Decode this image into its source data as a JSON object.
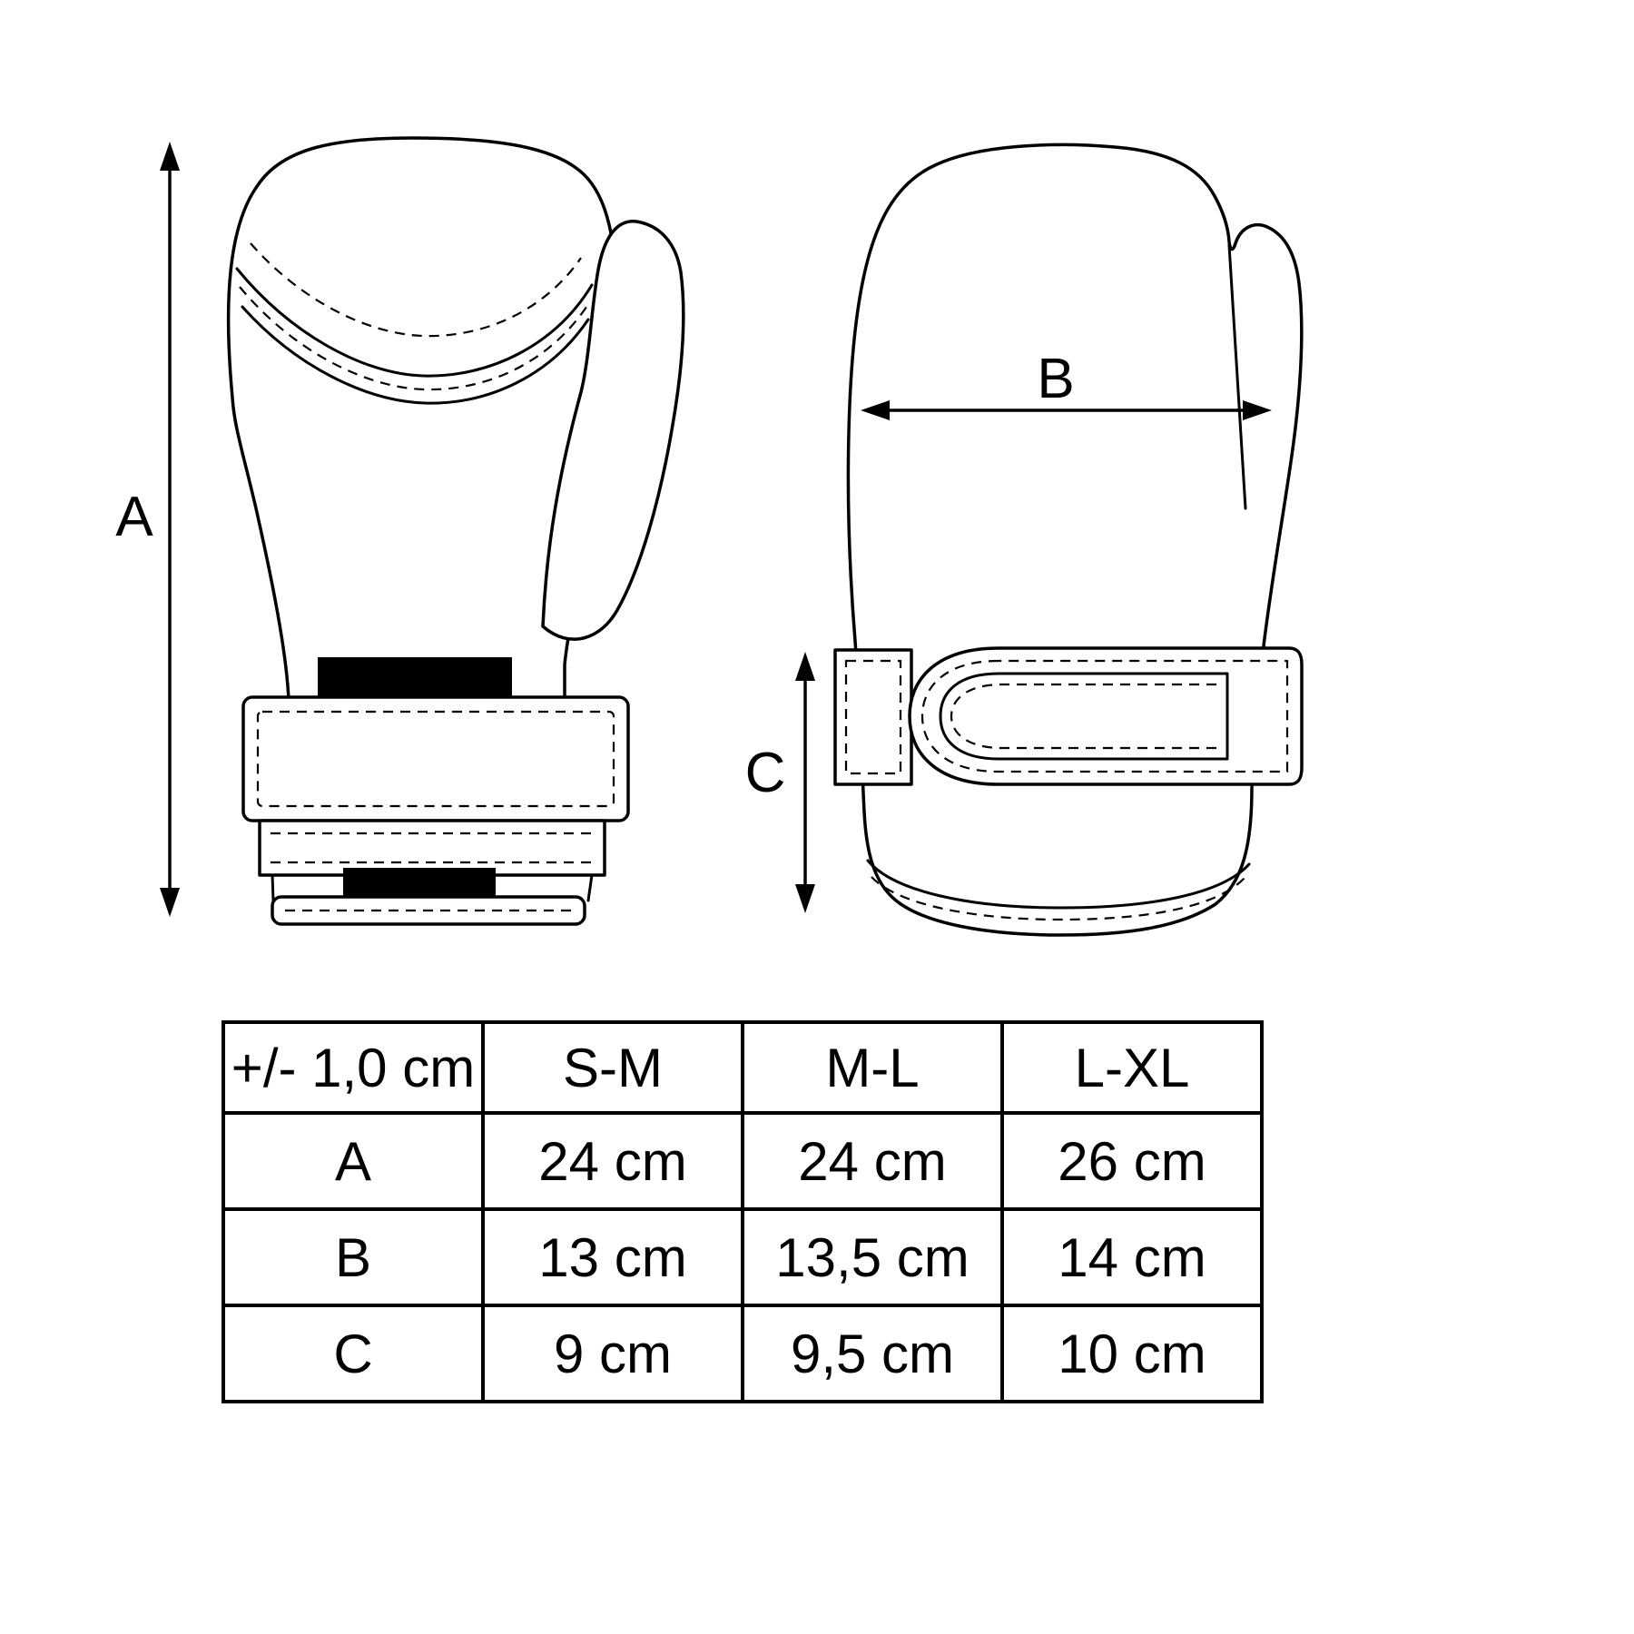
{
  "diagram": {
    "labels": {
      "a": "A",
      "b": "B",
      "c": "C"
    }
  },
  "table": {
    "tolerance": "+/- 1,0 cm",
    "columns": [
      "S-M",
      "M-L",
      "L-XL"
    ],
    "rows": [
      {
        "label": "A",
        "values": [
          "24 cm",
          "24 cm",
          "26 cm"
        ]
      },
      {
        "label": "B",
        "values": [
          "13 cm",
          "13,5 cm",
          "14 cm"
        ]
      },
      {
        "label": "C",
        "values": [
          "9 cm",
          "9,5 cm",
          "10 cm"
        ]
      }
    ]
  },
  "colors": {
    "line": "#000000",
    "fill": "#ffffff"
  }
}
